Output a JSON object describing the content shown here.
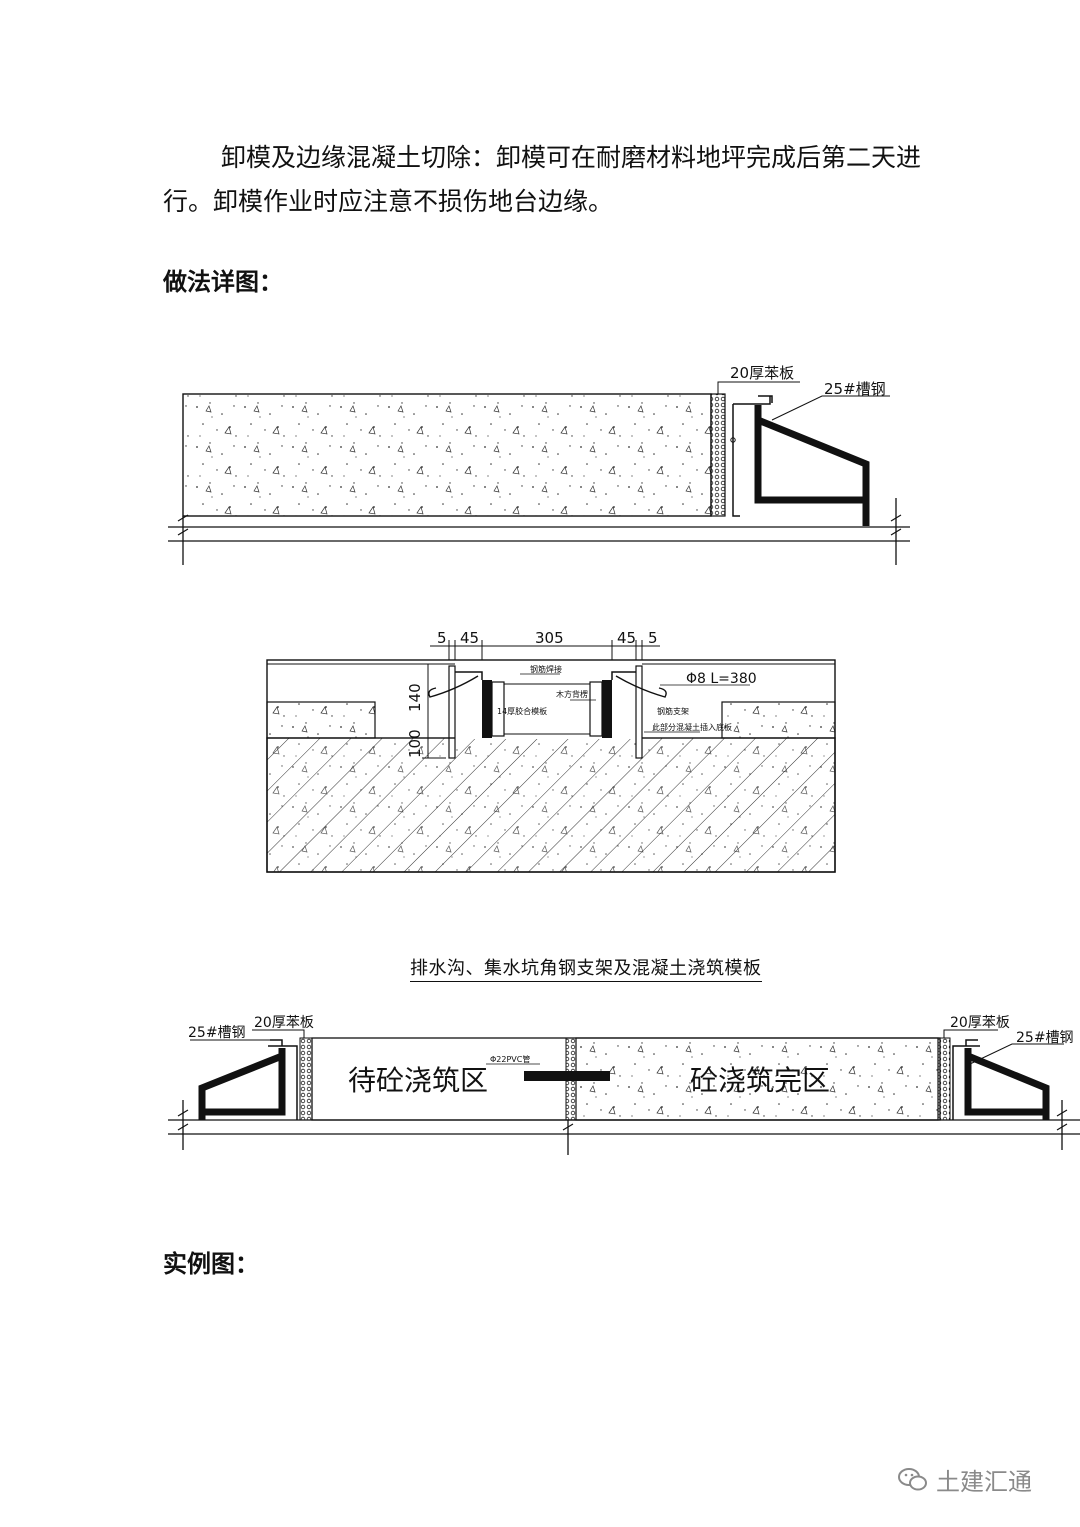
{
  "paragraph": {
    "text": "卸模及边缘混凝土切除：卸模可在耐磨材料地坪完成后第二天进行。卸模作业时应注意不损伤地台边缘。"
  },
  "headings": {
    "detail": "做法详图：",
    "example": "实例图："
  },
  "figure1": {
    "label_board": "20厚苯板",
    "label_channel": "25#槽钢"
  },
  "figure2": {
    "dim_5_left": "5",
    "dim_45_left": "45",
    "dim_305": "305",
    "dim_45_right": "45",
    "dim_5_right": "5",
    "dim_140": "140",
    "dim_100": "100",
    "label_rebar": "Φ8 L=380",
    "note_top": "钢筋焊接",
    "note_wood": "木方背楞",
    "note_formwork": "14厚胶合模板",
    "note_support": "钢筋支架",
    "note_last": "此部分混凝土插入底板"
  },
  "caption": "排水沟、集水坑角钢支架及混凝土浇筑模板",
  "figure3": {
    "label_channel_left": "25#槽钢",
    "label_board_left": "20厚苯板",
    "label_board_right": "20厚苯板",
    "label_channel_right": "25#槽钢",
    "label_pvc": "Φ22PVC管",
    "zone_pending": "待砼浇筑区",
    "zone_done": "砼浇筑完区"
  },
  "watermark": {
    "text": "土建汇通",
    "icon": "wechat-icon"
  }
}
